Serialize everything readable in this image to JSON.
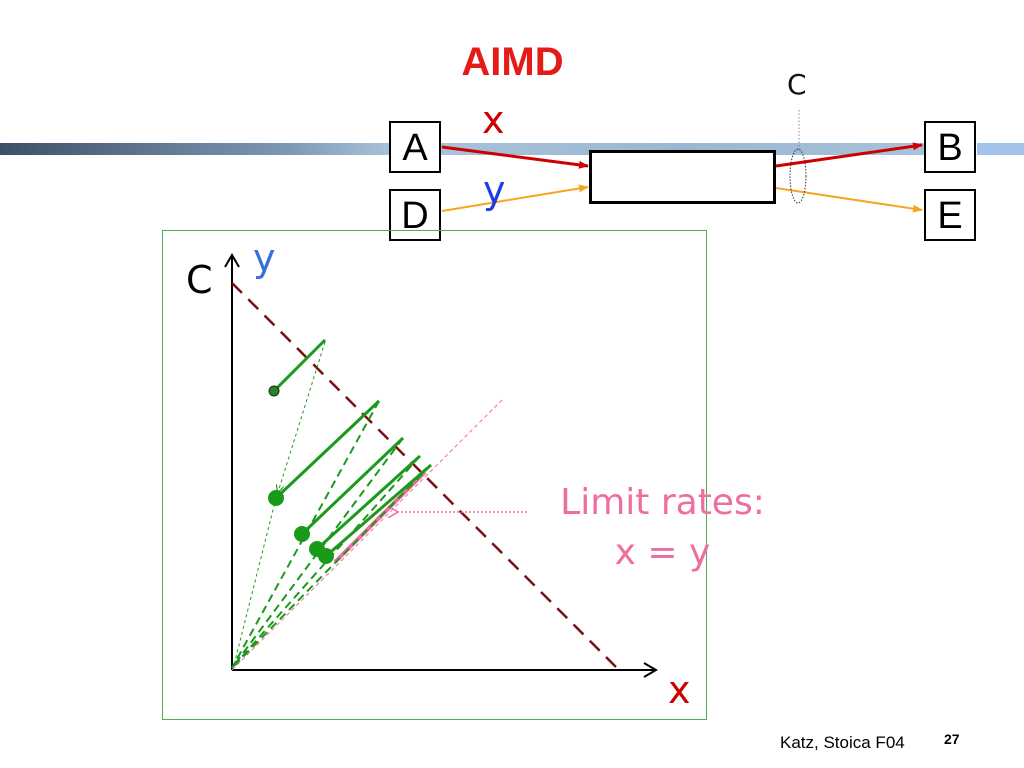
{
  "title": "AIMD",
  "network": {
    "node_a": "A",
    "node_b": "B",
    "node_d": "D",
    "node_e": "E",
    "flow_x": "x",
    "flow_y": "y",
    "capacity": "C"
  },
  "plot": {
    "y_axis_label": "y",
    "x_axis_label": "x",
    "capacity_label": "C"
  },
  "annotation": {
    "line1": "Limit rates:",
    "line2": "x = y"
  },
  "footer": {
    "credit": "Katz, Stoica F04",
    "page": "27"
  },
  "colors": {
    "title": "#e41b17",
    "flow_x": "#cc0000",
    "flow_y": "#f5a623",
    "trajectory": "#1a9a1a",
    "fairness": "#ef6ea0",
    "efficiency": "#7a1010"
  }
}
